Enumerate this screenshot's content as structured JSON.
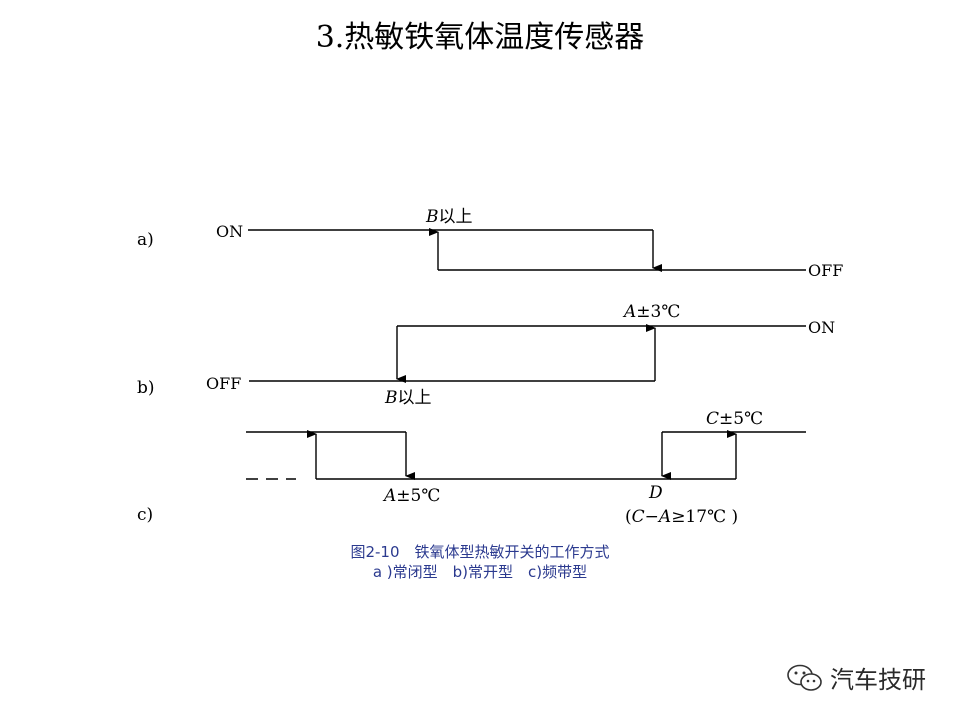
{
  "title": "3.热敏铁氧体温度传感器",
  "diagram": {
    "a": {
      "label": "a)",
      "on": "ON",
      "off": "OFF",
      "b_above_var": "B",
      "b_above_text": "以上"
    },
    "b": {
      "label": "b)",
      "off": "OFF",
      "on": "ON",
      "a_pm_var": "A",
      "a_pm_text": "±3℃",
      "b_above_var": "B",
      "b_above_text": "以上"
    },
    "c": {
      "label": "c)",
      "a_pm_var": "A",
      "a_pm_text": "±5℃",
      "c_pm_var": "C",
      "c_pm_text": "±5℃",
      "d_var": "D",
      "cond_open": "(",
      "cond_c": "C",
      "cond_minus": "−",
      "cond_a": "A",
      "cond_rest": "≥17℃ )"
    }
  },
  "caption": {
    "line1": "图2-10　铁氧体型热敏开关的工作方式",
    "line2": "a )常闭型　b)常开型　c)频带型"
  },
  "watermark": {
    "icon": "wechat-icon",
    "text": "汽车技研"
  }
}
